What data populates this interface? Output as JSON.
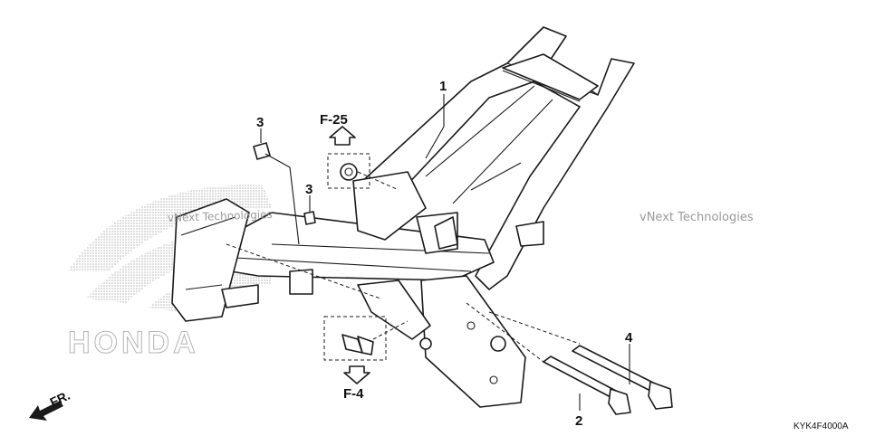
{
  "diagram": {
    "callouts": [
      {
        "number": "1"
      },
      {
        "number": "2"
      },
      {
        "number": "3"
      },
      {
        "number": "3"
      },
      {
        "number": "4"
      }
    ],
    "references": [
      {
        "code": "F-25"
      },
      {
        "code": "F-4"
      }
    ],
    "direction_label": "FR.",
    "figure_code": "KYK4F4000A",
    "watermarks": [
      {
        "text": "vNext Technologies"
      },
      {
        "text": "vNext Technologies"
      }
    ],
    "logo_text": "HONDA"
  }
}
